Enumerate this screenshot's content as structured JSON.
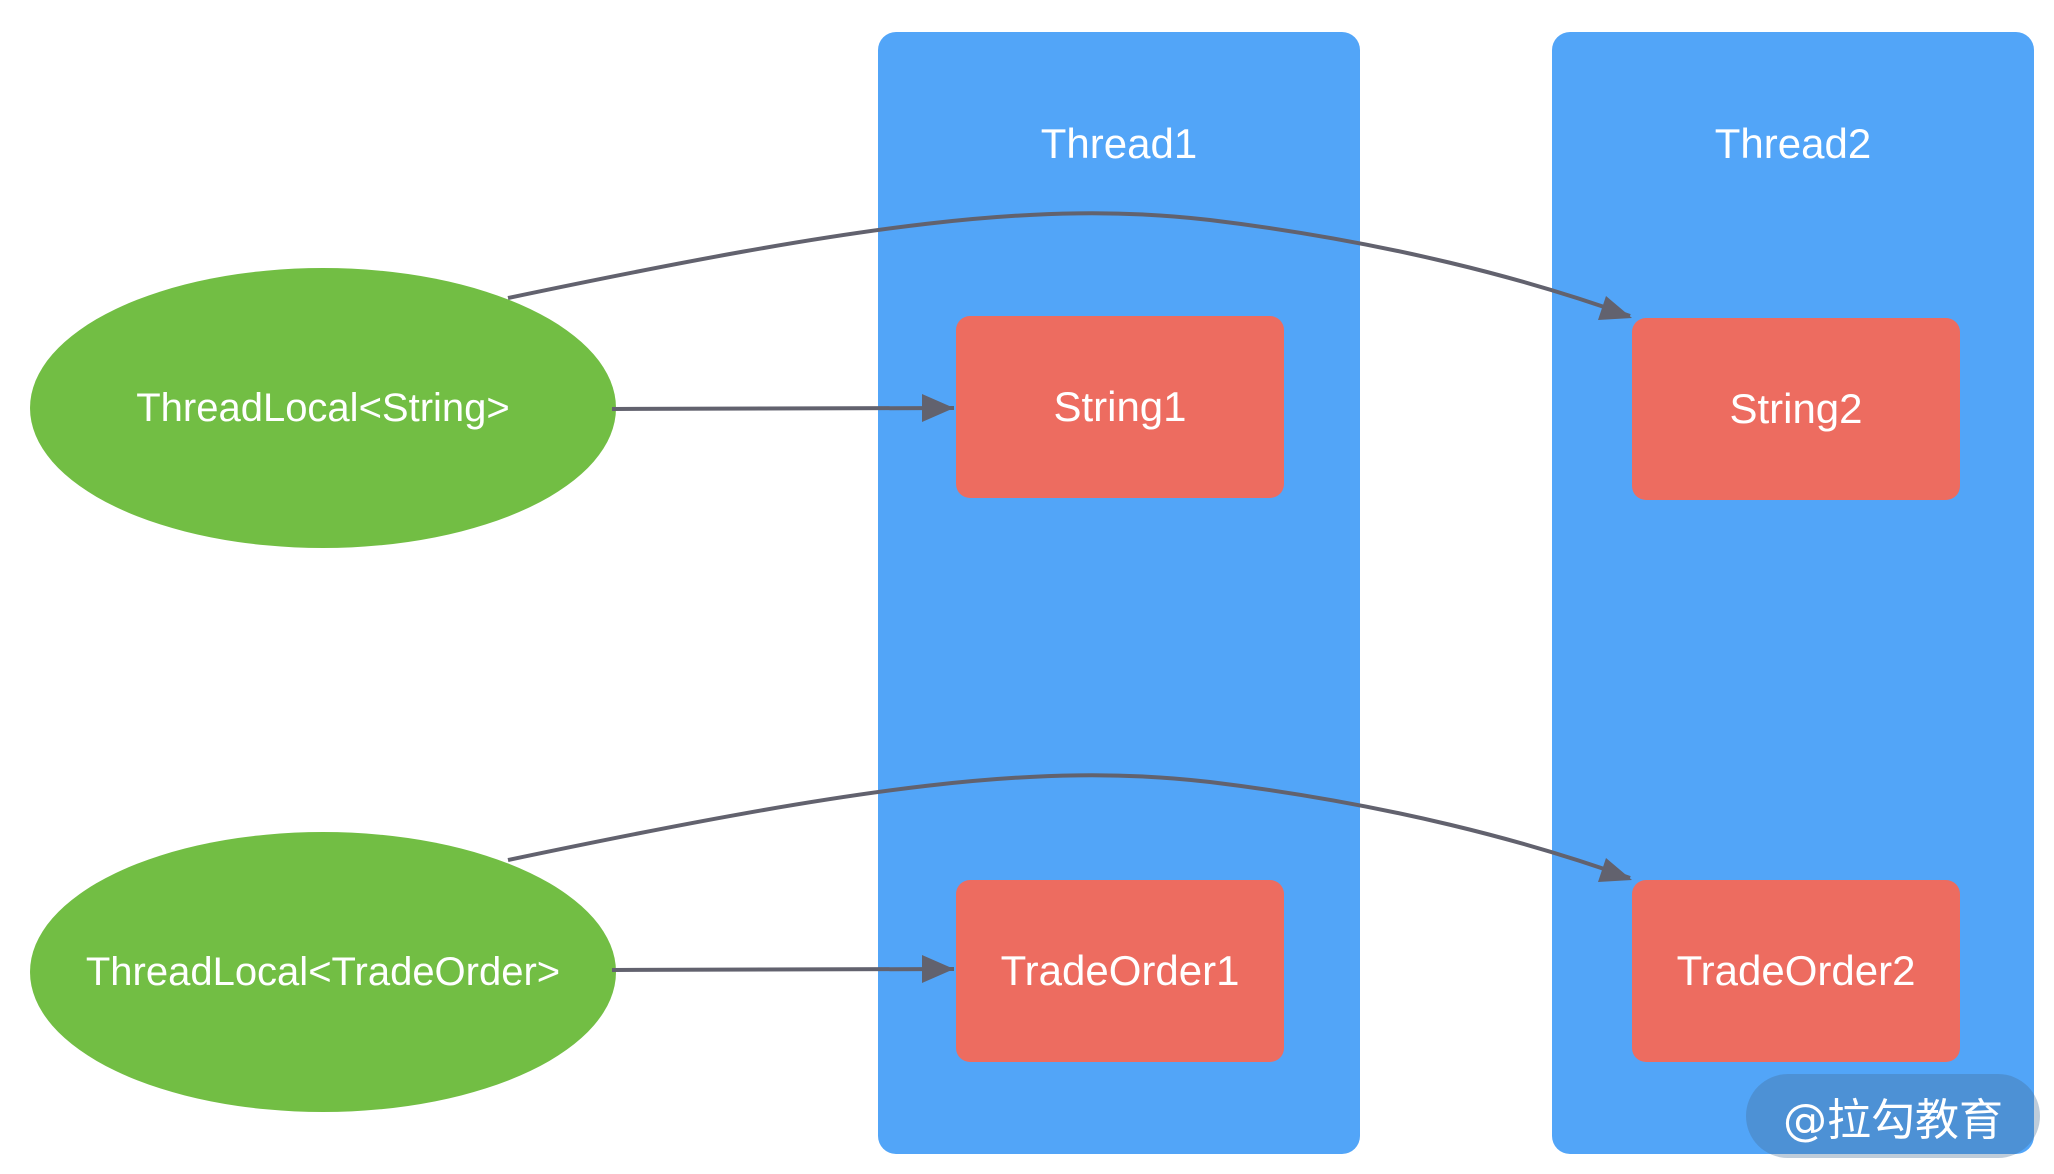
{
  "threads": [
    {
      "id": "thread1",
      "title": "Thread1",
      "values": [
        "String1",
        "TradeOrder1"
      ]
    },
    {
      "id": "thread2",
      "title": "Thread2",
      "values": [
        "String2",
        "TradeOrder2"
      ]
    }
  ],
  "thread_locals": [
    {
      "id": "tl-string",
      "label": "ThreadLocal<String>"
    },
    {
      "id": "tl-tradeorder",
      "label": "ThreadLocal<TradeOrder>"
    }
  ],
  "watermark": "@拉勾教育",
  "colors": {
    "thread_lane": "#52a5f8",
    "value_box": "#ed6c60",
    "thread_local": "#72be44",
    "arrow": "#62626e",
    "text": "#ffffff"
  }
}
